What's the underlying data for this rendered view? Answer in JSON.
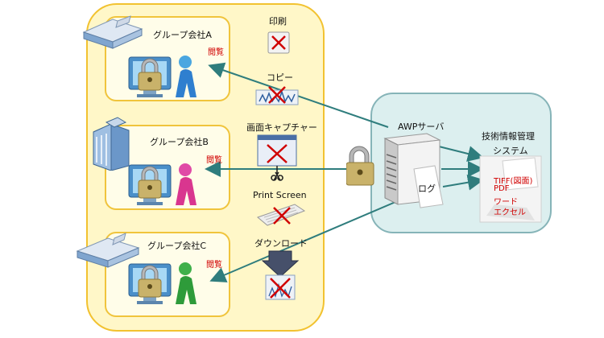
{
  "companies": [
    {
      "name": "グループ会社A",
      "access": "閲覧"
    },
    {
      "name": "グループ会社B",
      "access": "閲覧"
    },
    {
      "name": "グループ会社C",
      "access": "閲覧"
    }
  ],
  "restricted_actions": {
    "print": "印刷",
    "copy": "コピー",
    "screen_capture": "画面キャプチャー",
    "print_screen": "Print Screen",
    "download": "ダウンロード"
  },
  "server": {
    "name": "AWPサーバ",
    "log": "ログ"
  },
  "system": {
    "title_line1": "技術情報管理",
    "title_line2": "システム",
    "files": [
      "TIFF(図面)",
      "PDF",
      "ワード",
      "エクセル"
    ]
  },
  "colors": {
    "outer_fill": "#fff7c8",
    "outer_border": "#f2c230",
    "panel_fill": "#dcefef",
    "arrow": "#2f7d7d",
    "denied": "#d00000"
  }
}
